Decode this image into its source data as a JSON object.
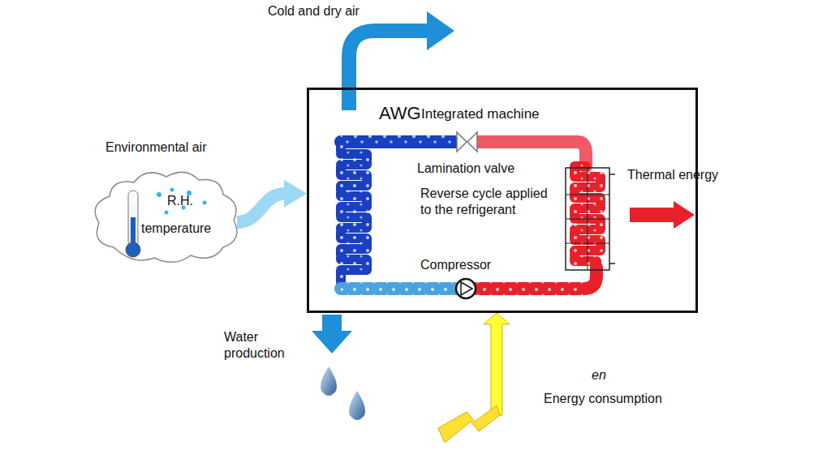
{
  "diagram": {
    "nodes": [
      {
        "text": [
          "AWG",
          "Integrated machine"
        ]
      },
      {
        "text": [
          "Environmental air",
          "R.H.",
          "temperature"
        ]
      }
    ],
    "edges": [
      {
        "from": 1,
        "to": 0,
        "arrow": "to"
      }
    ],
    "labels": [
      "Cold and dry air",
      "Lamination valve",
      "Reverse cycle applied to the refrigerant",
      "Compressor",
      "Thermal energy",
      "Water production",
      "en",
      "Energy consumption"
    ]
  }
}
